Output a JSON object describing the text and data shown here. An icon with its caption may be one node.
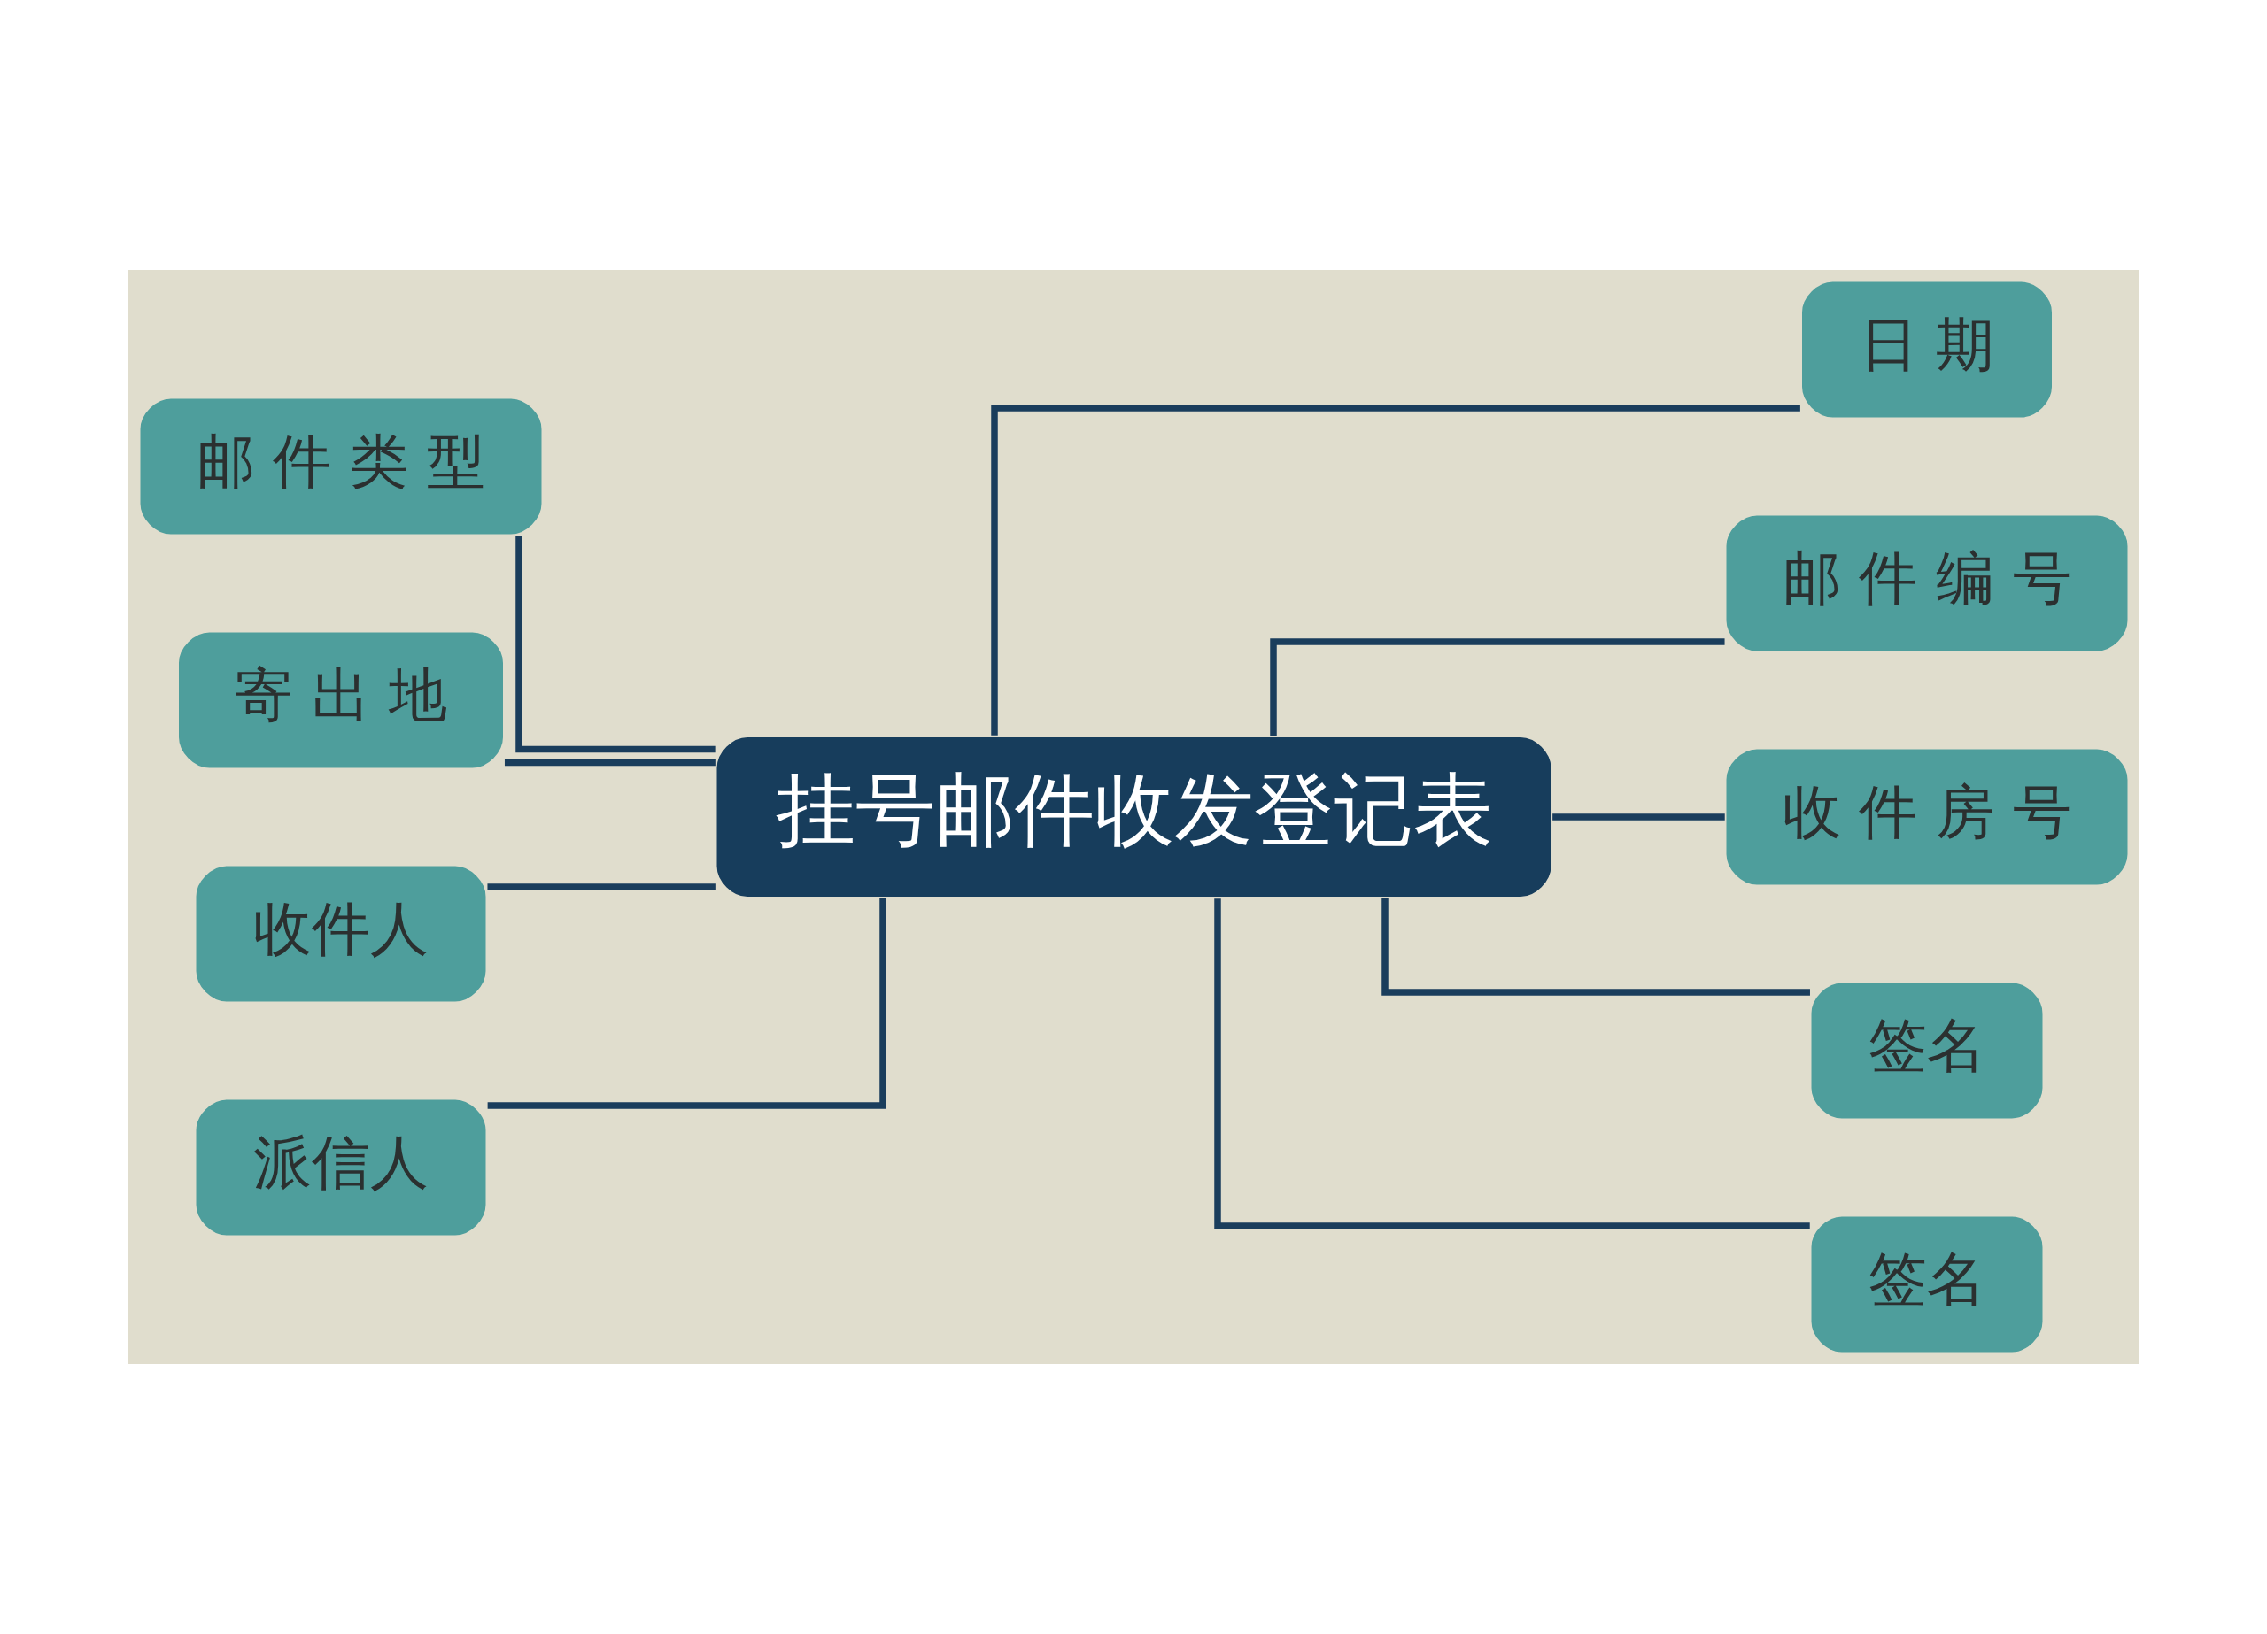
{
  "diagram": {
    "nodes": [
      {
        "text": [
          "挂号邮件收发登记表"
        ]
      },
      {
        "text": [
          "邮 件 类 型"
        ]
      },
      {
        "text": [
          "寄 出 地"
        ]
      },
      {
        "text": [
          "收件人"
        ]
      },
      {
        "text": [
          "派信人"
        ]
      },
      {
        "text": [
          "日 期"
        ]
      },
      {
        "text": [
          "邮 件 编 号"
        ]
      },
      {
        "text": [
          "收 件 房 号"
        ]
      },
      {
        "text": [
          "签名"
        ]
      },
      {
        "text": [
          "签名"
        ]
      }
    ],
    "edges": [
      {
        "from": 0,
        "to": 1,
        "arrow": "none"
      },
      {
        "from": 0,
        "to": 2,
        "arrow": "none"
      },
      {
        "from": 0,
        "to": 3,
        "arrow": "none"
      },
      {
        "from": 0,
        "to": 4,
        "arrow": "none"
      },
      {
        "from": 0,
        "to": 5,
        "arrow": "none"
      },
      {
        "from": 0,
        "to": 6,
        "arrow": "none"
      },
      {
        "from": 0,
        "to": 7,
        "arrow": "none"
      },
      {
        "from": 0,
        "to": 8,
        "arrow": "none"
      },
      {
        "from": 0,
        "to": 9,
        "arrow": "none"
      }
    ]
  }
}
